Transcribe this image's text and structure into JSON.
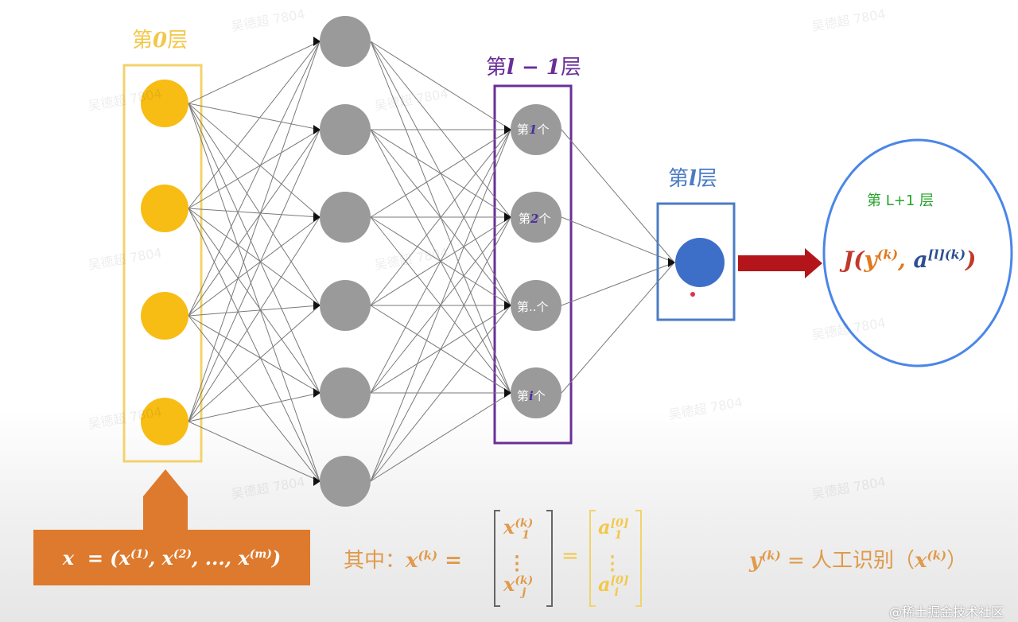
{
  "layers": {
    "layer0": "第0层",
    "layer_prev": "第l − 1层",
    "layer_l": "第l层",
    "layer_next": "第 L+1 层"
  },
  "cost_label": "J(y(k), a[l](k))",
  "neuron_labels": [
    "第1个",
    "第2个",
    "第..个",
    "第i个"
  ],
  "input_vector": "x = (x(1), x(2), ..., x(m))",
  "where_label": "其中：",
  "where_formula": "x(k) =",
  "matrix_x": [
    "x1(k)",
    "⋮",
    "xj(k)"
  ],
  "matrix_a": [
    "a1[0]",
    "⋮",
    "ai[0]"
  ],
  "equals": "=",
  "y_label": "y(k) = 人工识别（x(k)）",
  "watermark": "吴德超 7804",
  "credit": "@稀土掘金技术社区",
  "colors": {
    "input_node": "#f7bd14",
    "hidden_node": "#9a9a9a",
    "output_node": "#3d6fc9",
    "layer0_box": "#f2d36b",
    "layer_prev_box": "#6a2f99",
    "layer_l_box": "#4b7cc4",
    "cost_circle": "#4a86e8",
    "arrow_red": "#b3151b",
    "arrow_orange": "#dd7a2e"
  }
}
